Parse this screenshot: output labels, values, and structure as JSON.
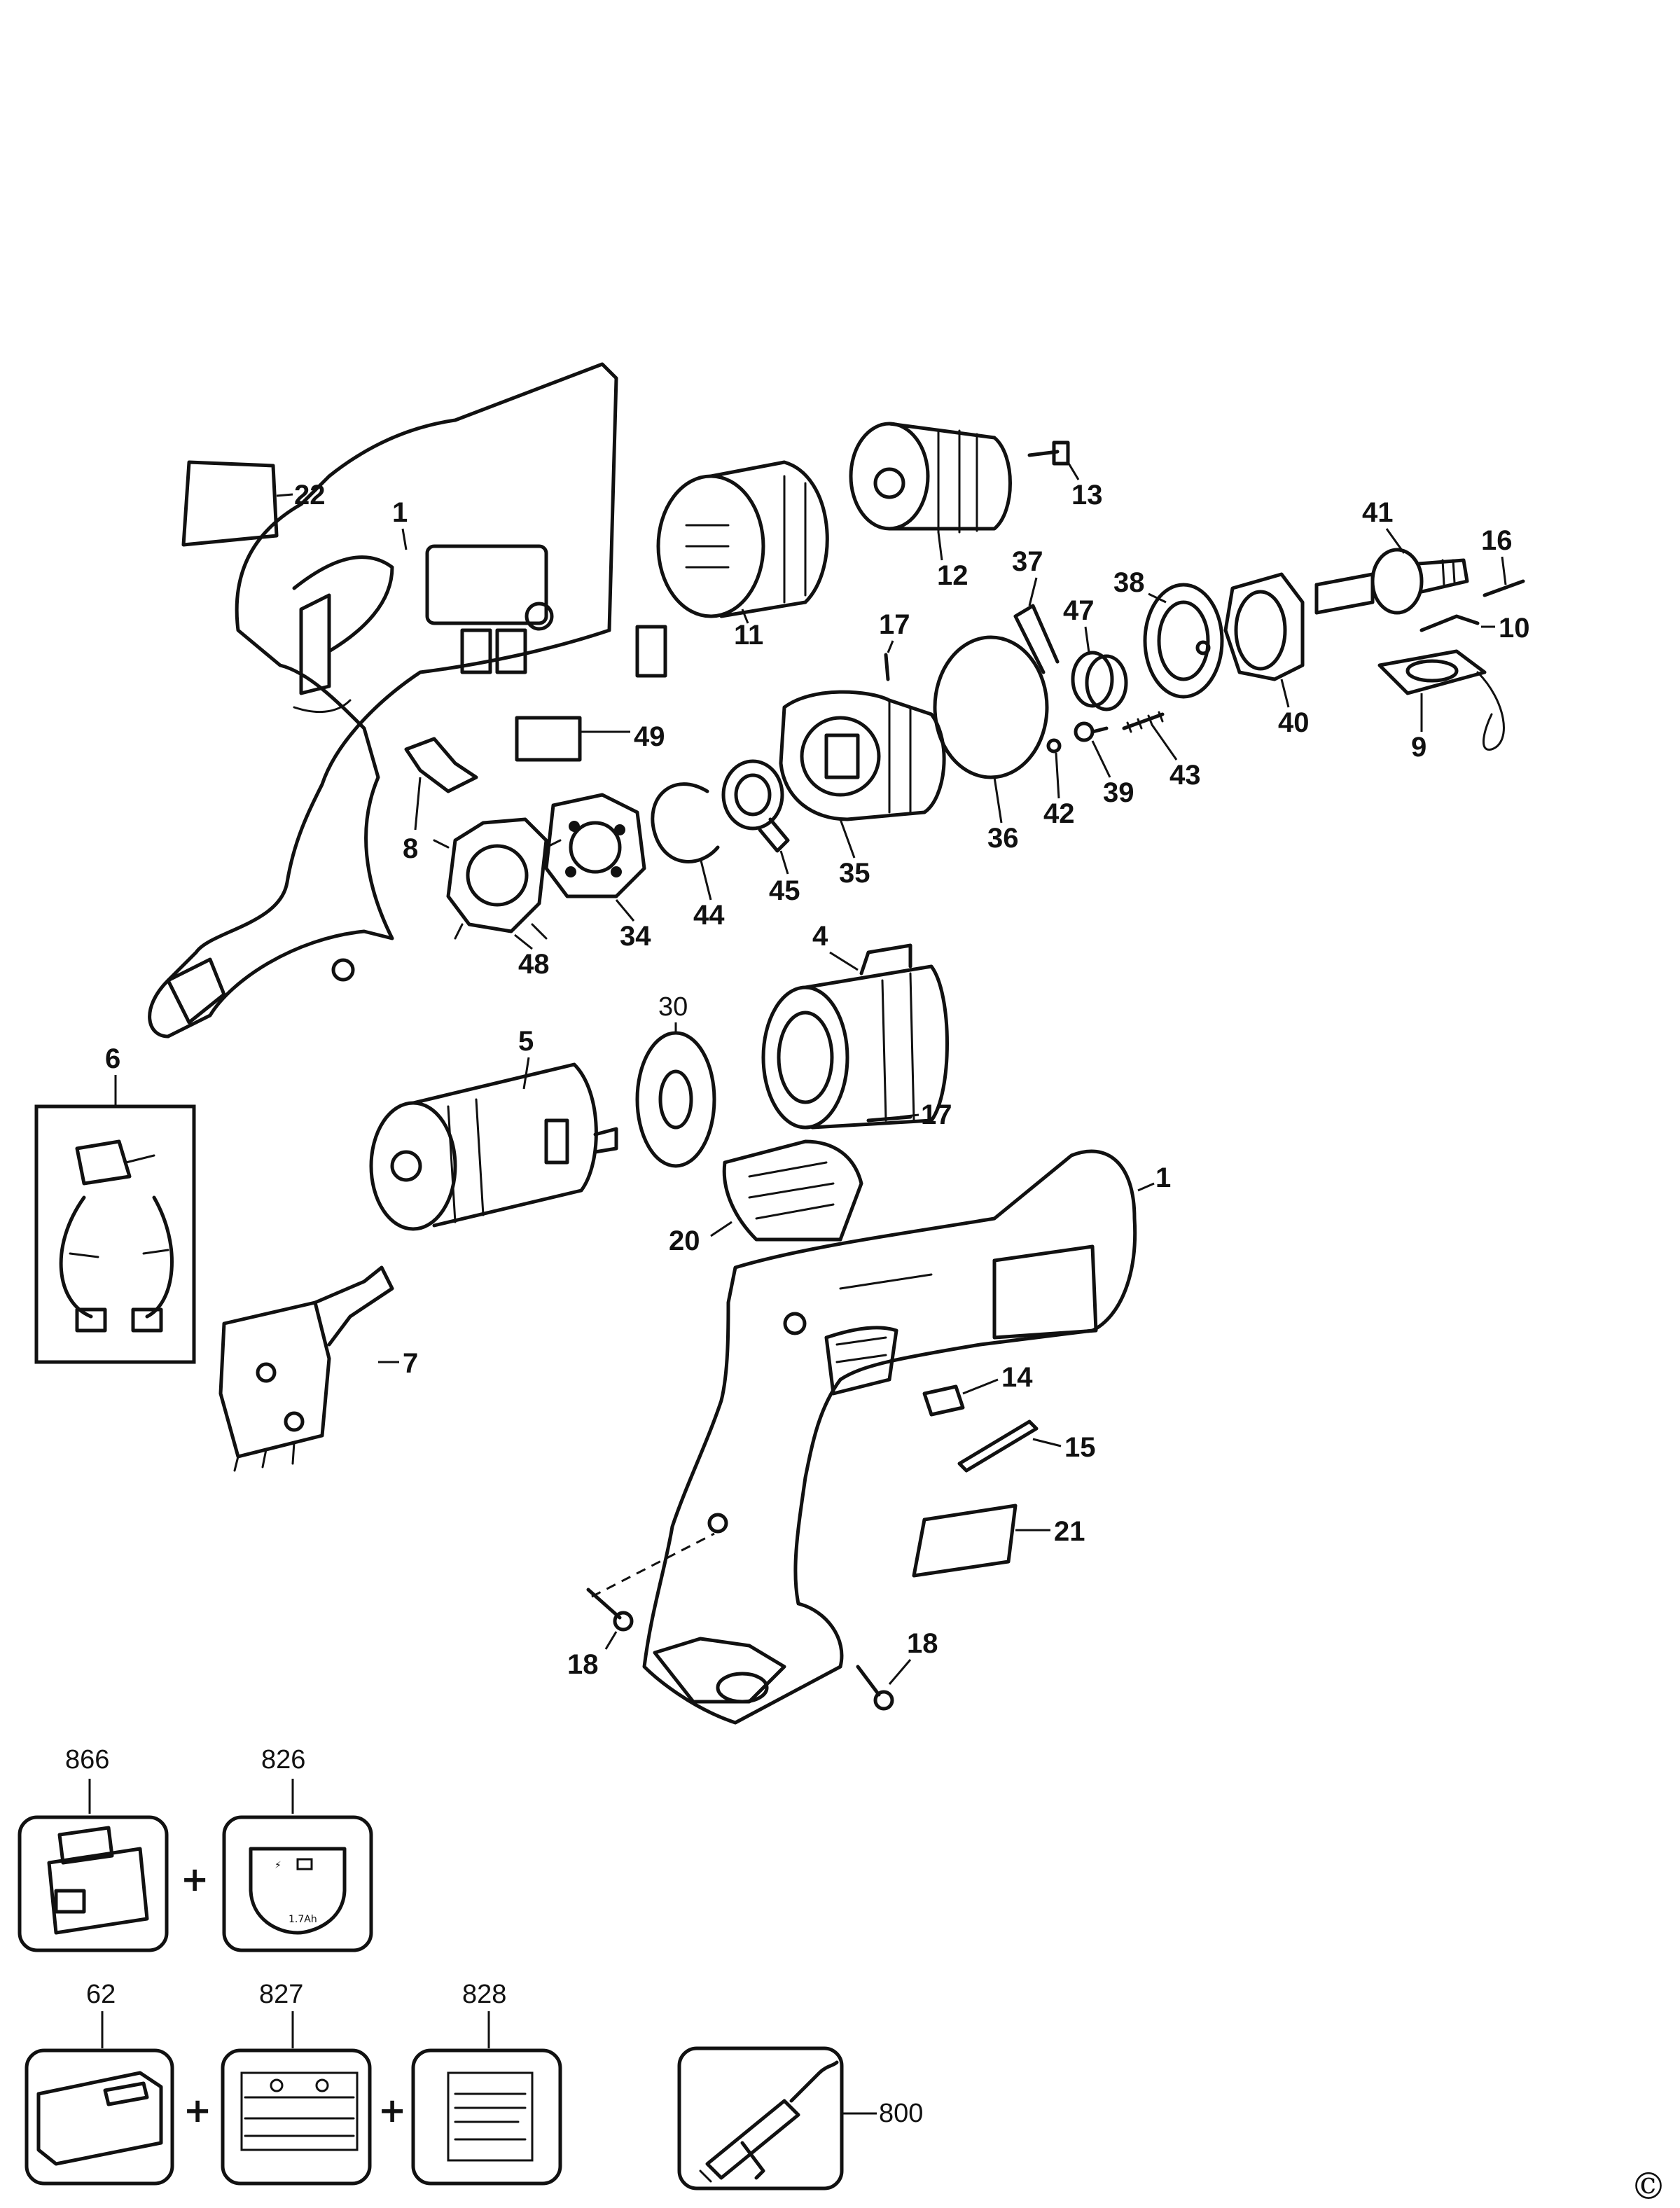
{
  "callouts": {
    "c1a": "1",
    "c1b": "1",
    "c4": "4",
    "c5": "5",
    "c6": "6",
    "c7": "7",
    "c8": "8",
    "c9": "9",
    "c10": "10",
    "c11": "11",
    "c12": "12",
    "c13": "13",
    "c14": "14",
    "c15": "15",
    "c16": "16",
    "c17a": "17",
    "c17b": "17",
    "c18a": "18",
    "c18b": "18",
    "c20": "20",
    "c21": "21",
    "c22": "22",
    "c30": "30",
    "c34": "34",
    "c35": "35",
    "c36": "36",
    "c37": "37",
    "c38": "38",
    "c39": "39",
    "c40": "40",
    "c41": "41",
    "c42": "42",
    "c43": "43",
    "c44": "44",
    "c45": "45",
    "c47": "47",
    "c48": "48",
    "c49": "49"
  },
  "accessories": {
    "a866": "866",
    "a826": "826",
    "a62": "62",
    "a827": "827",
    "a828": "828",
    "a800": "800"
  },
  "plus_sign": "+",
  "copyright": "©"
}
